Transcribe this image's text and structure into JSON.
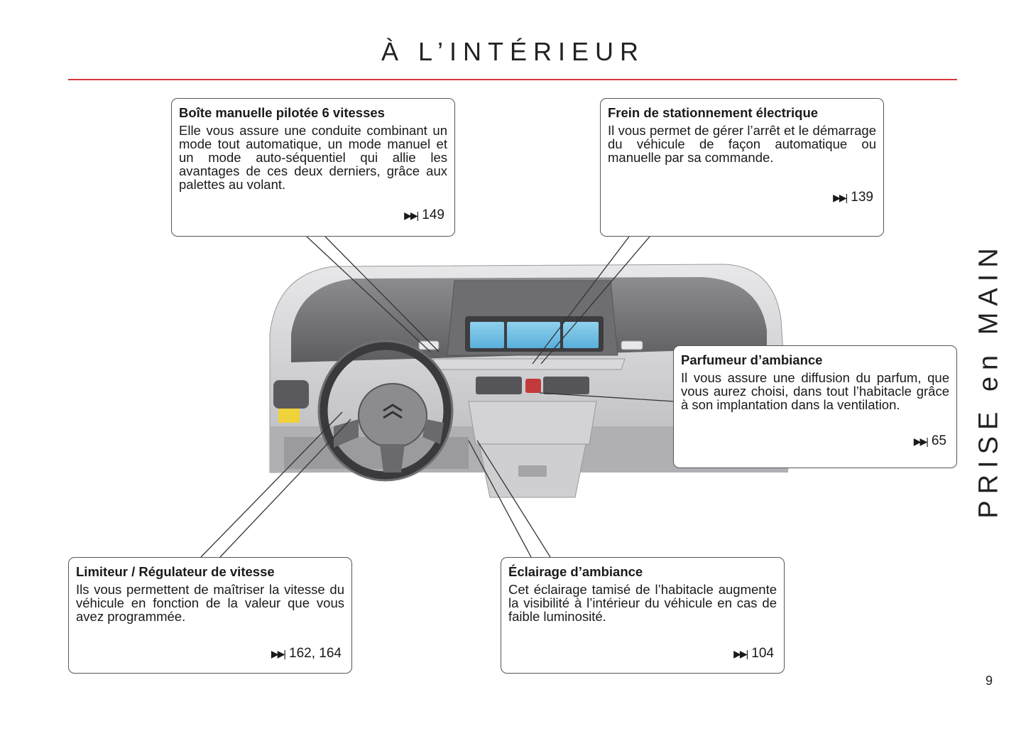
{
  "header": {
    "title": "À L’INTÉRIEUR"
  },
  "side_tab": {
    "label": "PRISE en MAIN"
  },
  "page_number": "9",
  "ref_icon": "fast-forward-icon",
  "accent_color": "#d7393e",
  "callouts": {
    "gearbox": {
      "title": "Boîte manuelle pilotée 6 vitesses",
      "text": "Elle vous assure une conduite combinant un mode tout automatique, un mode manuel et un mode auto-séquentiel qui allie les avantages de ces deux derniers, grâce aux palettes au volant.",
      "ref": "149"
    },
    "parking_brake": {
      "title": "Frein de stationnement électrique",
      "text": "Il vous permet de gérer l’arrêt et le démarrage du véhicule de façon automatique ou manuelle par sa commande.",
      "ref": "139"
    },
    "fragrance": {
      "title": "Parfumeur d’ambiance",
      "text": "Il vous assure une diffusion du parfum, que vous aurez choisi, dans tout l’habitacle grâce à son implantation dans la ventilation.",
      "ref": "65"
    },
    "speed_limiter": {
      "title": "Limiteur / Régulateur de vitesse",
      "text": "Ils vous permettent de maîtriser la vitesse du véhicule en fonction de la valeur que vous avez programmée.",
      "ref": "162, 164"
    },
    "ambient_light": {
      "title": "Éclairage d’ambiance",
      "text": "Cet éclairage tamisé de l’habitacle augmente la visibilité à l’intérieur du véhicule en cas de faible luminosité.",
      "ref": "104"
    }
  }
}
